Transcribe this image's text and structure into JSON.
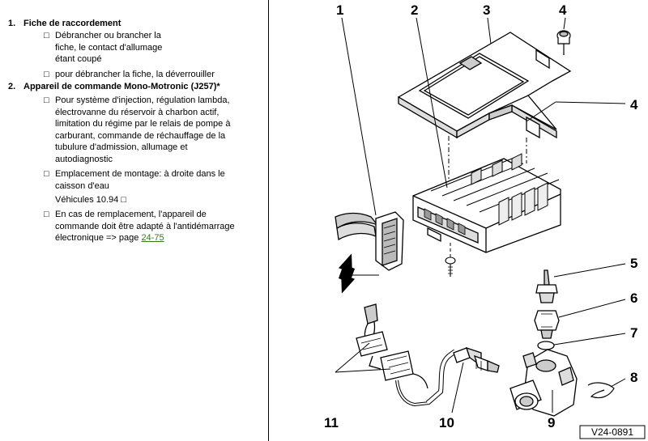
{
  "items": [
    {
      "number": "1.",
      "title": "Fiche de raccordement",
      "bullets": [
        {
          "box": "□",
          "lines": [
            "Débrancher ou brancher la",
            "fiche, le contact d'allumage",
            "étant coupé"
          ]
        },
        {
          "box": "□",
          "lines": [
            "pour débrancher la fiche, la déverrouiller"
          ]
        }
      ]
    },
    {
      "number": "2.",
      "title": "Appareil de commande Mono-Motronic (J257)*",
      "bullets": [
        {
          "box": "□",
          "lines": [
            "Pour système d'injection, régulation lambda,",
            "électrovanne du réservoir à charbon actif,",
            "limitation du régime par le relais de pompe à",
            "carburant, commande de réchauffage de la",
            "tubulure d'admission, allumage et",
            "autodiagnostic"
          ]
        },
        {
          "box": "□",
          "lines": [
            "Emplacement de montage: à droite dans le",
            "caisson d'eau"
          ]
        },
        {
          "box": "□",
          "lines": [
            "Véhicules 10.94"
          ]
        },
        {
          "box": "□",
          "lines": [
            "En cas de remplacement, l'appareil de",
            "commande doit être adapté à l'antidémarrage",
            "électronique => page"
          ],
          "link": "24-75"
        }
      ]
    }
  ],
  "figure": {
    "callouts": [
      "1",
      "2",
      "3",
      "4",
      "4",
      "5",
      "6",
      "7",
      "8",
      "9",
      "10",
      "11"
    ],
    "reference": "V24-0891"
  }
}
